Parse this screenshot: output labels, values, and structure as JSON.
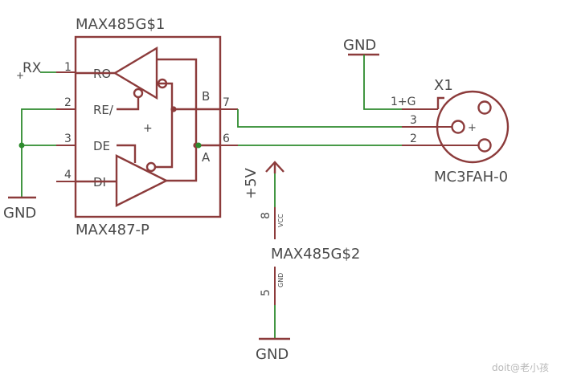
{
  "part_u1": {
    "name": "MAX485G$1",
    "value": "MAX487-P",
    "pins": [
      {
        "num": "1",
        "label": "RO"
      },
      {
        "num": "2",
        "label": "RE/"
      },
      {
        "num": "3",
        "label": "DE"
      },
      {
        "num": "4",
        "label": "DI"
      },
      {
        "num": "7",
        "label": "B"
      },
      {
        "num": "6",
        "label": "A"
      }
    ]
  },
  "part_u2": {
    "name": "MAX485G$2",
    "pins": [
      {
        "num": "8",
        "label": "VCC"
      },
      {
        "num": "5",
        "label": "GND"
      }
    ]
  },
  "connector": {
    "name": "X1",
    "value": "MC3FAH-0",
    "pins": [
      "1+G",
      "3",
      "2"
    ]
  },
  "nets": {
    "rx": "RX",
    "gnd": "GND",
    "vcc": "+5V"
  },
  "watermark": "doit@老小孩",
  "colors": {
    "part": "#8c3b3b",
    "wire": "#2e8b2e",
    "text": "#4a4a4a"
  }
}
